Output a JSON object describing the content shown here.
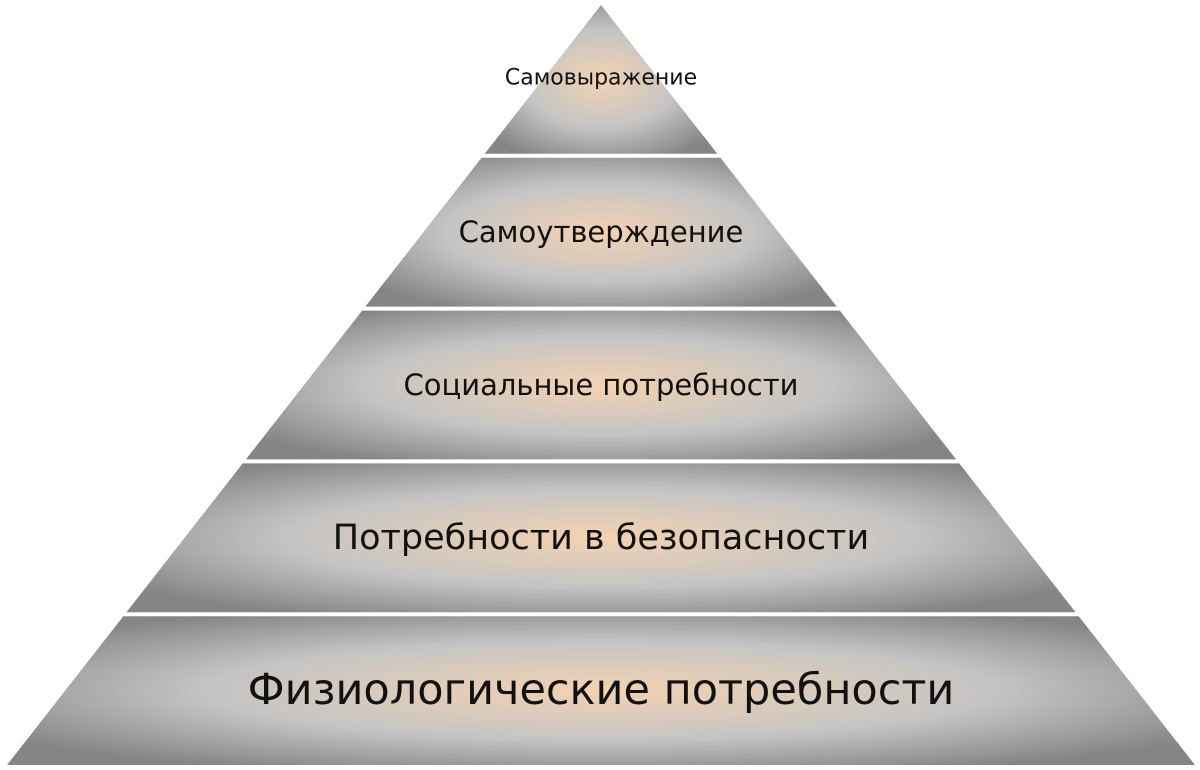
{
  "diagram": {
    "type": "pyramid",
    "levels": [
      {
        "label": "Самовыражение"
      },
      {
        "label": "Самоутверждение"
      },
      {
        "label": "Социальные потребности"
      },
      {
        "label": "Потребности в безопасности"
      },
      {
        "label": "Физиологические потребности"
      }
    ],
    "colors": {
      "center": "#f3d2b2",
      "mid": "#c4c4c4",
      "edge": "#858585"
    }
  }
}
